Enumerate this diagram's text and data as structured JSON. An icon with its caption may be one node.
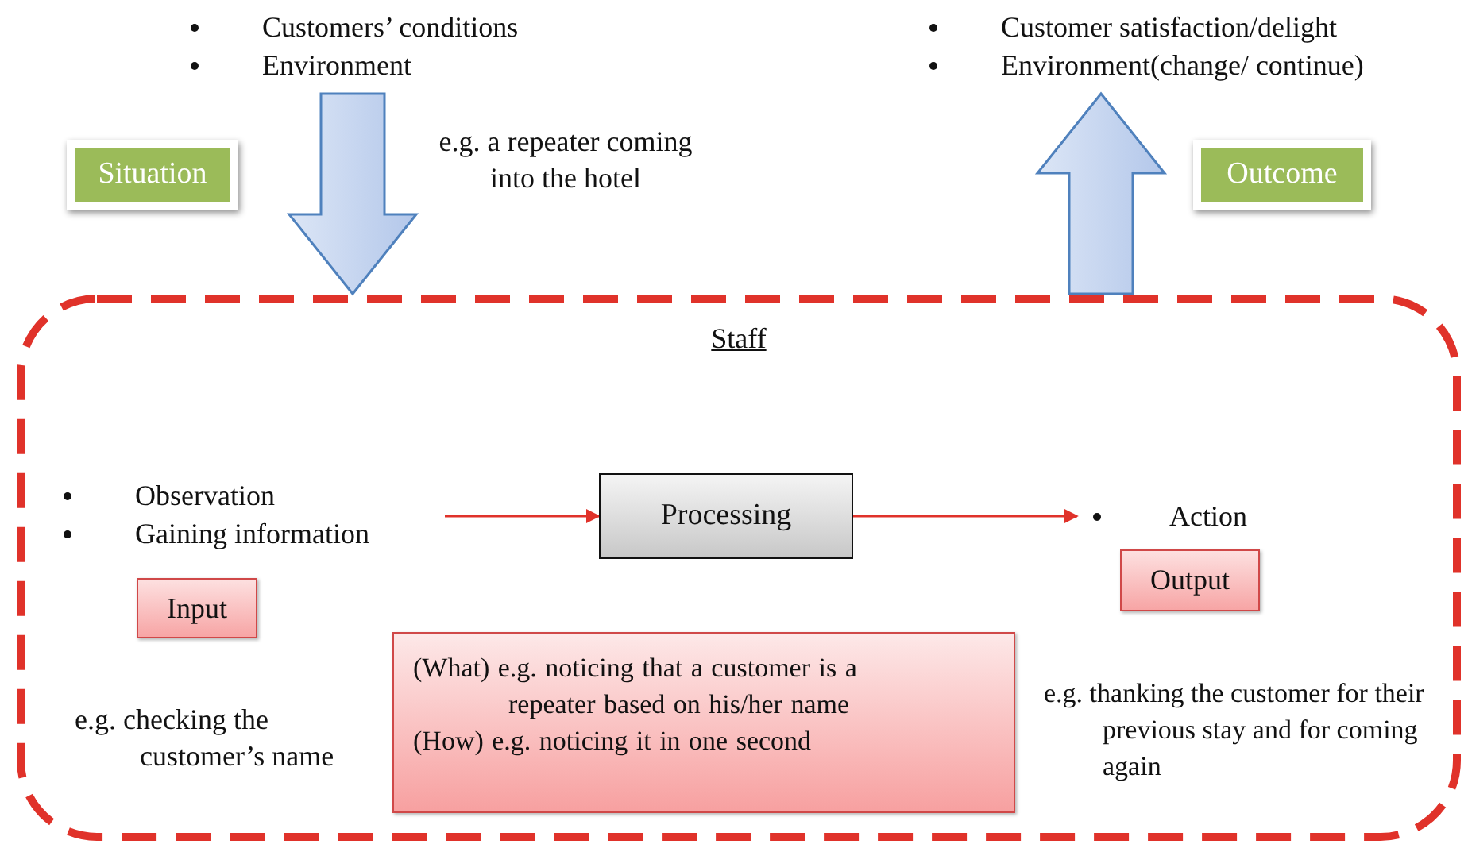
{
  "diagram": {
    "nodes": [
      {
        "text": [
          "Customers’ conditions",
          "Environment"
        ]
      },
      {
        "text": [
          "Customer satisfaction/delight",
          "Environment(change/ continue)"
        ]
      },
      {
        "text": [
          "Situation"
        ]
      },
      {
        "text": [
          "Outcome"
        ]
      },
      {
        "text": [
          "Staff"
        ]
      },
      {
        "text": [
          "Observation",
          "Gaining information"
        ],
        "in": 4
      },
      {
        "text": [
          "Processing"
        ],
        "in": 4
      },
      {
        "text": [
          "Action"
        ],
        "in": 4
      },
      {
        "text": [
          "Input"
        ],
        "in": 4
      },
      {
        "text": [
          "Output"
        ],
        "in": 4
      },
      {
        "text": [
          "(What) e.g. noticing that a customer is a repeater based on his/her name",
          "(How) e.g. noticing it in one second"
        ],
        "in": 4
      }
    ],
    "edges": [
      {
        "from": 0,
        "to": 4,
        "arrow": "to",
        "style": "thick",
        "color": "#4f81bd",
        "label": "e.g. a repeater coming into the hotel"
      },
      {
        "from": 4,
        "to": 1,
        "arrow": "to",
        "style": "thick",
        "color": "#4f81bd"
      },
      {
        "from": 5,
        "to": 6,
        "arrow": "to"
      },
      {
        "from": 6,
        "to": 7,
        "arrow": "to"
      }
    ],
    "labels": [
      "e.g. checking the customer’s name",
      "e.g. thanking the customer for their previous stay and for coming again"
    ]
  }
}
